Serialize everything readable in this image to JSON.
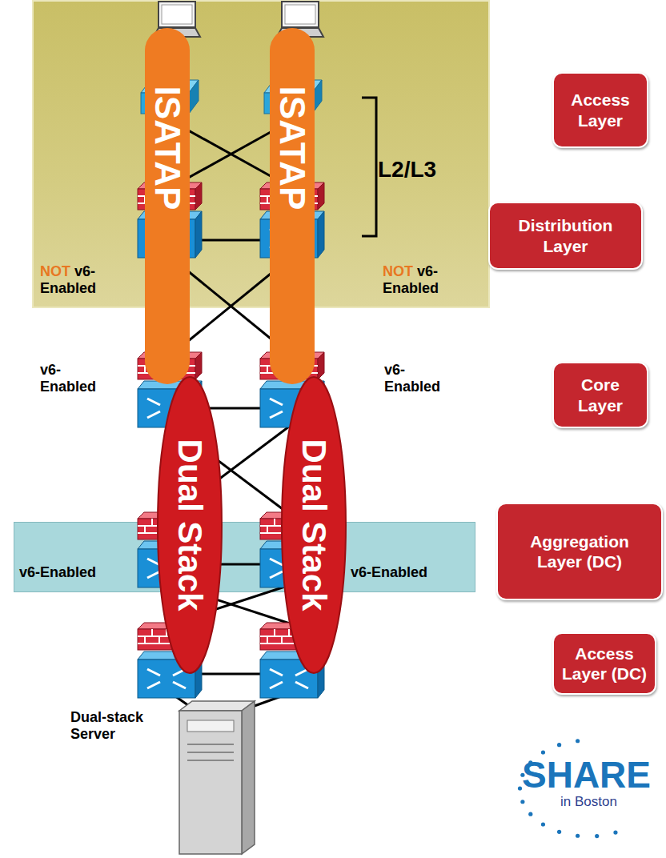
{
  "diagram": {
    "nodes": [
      {
        "text": [
          "NOT v6- Enabled",
          "NOT v6- Enabled"
        ]
      },
      {
        "text": [
          "ISATAP"
        ]
      },
      {
        "text": [
          "ISATAP"
        ]
      },
      {
        "text": [
          "Access Layer"
        ]
      },
      {
        "text": [
          "Distribution Layer"
        ]
      },
      {
        "text": [
          "Core Layer"
        ]
      },
      {
        "text": [
          "Dual Stack"
        ]
      },
      {
        "text": [
          "Dual Stack"
        ]
      },
      {
        "text": [
          "v6-Enabled",
          "v6-Enabled"
        ]
      },
      {
        "text": [
          "Aggregation Layer (DC)"
        ]
      },
      {
        "text": [
          "Access Layer (DC)"
        ]
      }
    ],
    "labels": [
      "L2/L3",
      "v6- Enabled",
      "v6- Enabled",
      "Dual-stack Server",
      "SHARE",
      "in Boston"
    ]
  }
}
